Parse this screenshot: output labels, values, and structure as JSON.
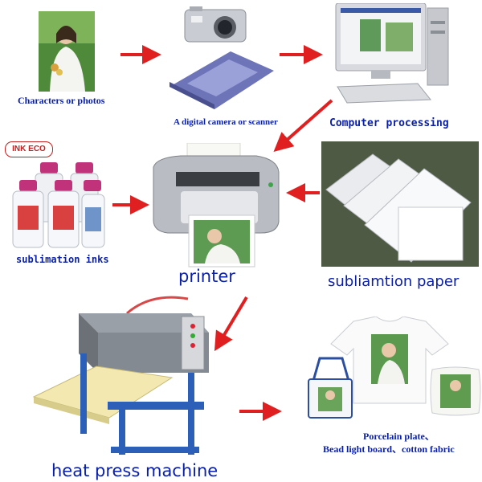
{
  "colors": {
    "label": "#0a1fa8",
    "arrow": "#e02020",
    "background": "#ffffff"
  },
  "nodes": {
    "photo": {
      "label": "Characters or photos",
      "icon": "portrait-photo-icon"
    },
    "camera_scanner": {
      "label": "A digital camera or scanner",
      "icons": [
        "digital-camera-icon",
        "flatbed-scanner-icon"
      ]
    },
    "computer": {
      "label": "Computer processing",
      "icon": "desktop-computer-icon"
    },
    "inks": {
      "label": "sublimation inks",
      "brand": "INK ECO",
      "icon": "ink-bottles-icon"
    },
    "printer": {
      "label": "printer",
      "icon": "inkjet-printer-icon"
    },
    "paper": {
      "label": "subliamtion paper",
      "icon": "paper-stack-icon"
    },
    "heat_press": {
      "label": "heat press machine",
      "icon": "heat-press-icon"
    },
    "products": {
      "label_line1": "Porcelain plate、",
      "label_line2": "Bead light board、cotton fabric",
      "icons": [
        "t-shirt-icon",
        "shoulder-bag-icon",
        "pillow-icon"
      ]
    }
  },
  "edges": [
    {
      "from": "photo",
      "to": "camera_scanner"
    },
    {
      "from": "camera_scanner",
      "to": "computer"
    },
    {
      "from": "computer",
      "to": "printer"
    },
    {
      "from": "inks",
      "to": "printer"
    },
    {
      "from": "paper",
      "to": "printer"
    },
    {
      "from": "printer",
      "to": "heat_press"
    },
    {
      "from": "heat_press",
      "to": "products"
    }
  ]
}
